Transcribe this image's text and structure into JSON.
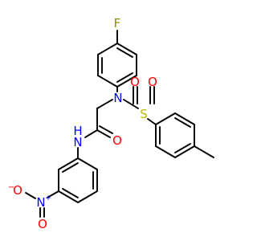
{
  "colors": {
    "bond": "#000000",
    "carbon": "#000000",
    "nitrogen": "#0000ff",
    "oxygen": "#ff0000",
    "sulfur": "#b8b800",
    "fluorine": "#8a8a00"
  },
  "atoms": {
    "fluorine": "F",
    "sulfonamide_n": "N",
    "sulfur": "S",
    "sulfonyl_o_left": "O",
    "sulfonyl_o_right": "O",
    "carbonyl_o": "O",
    "amide_n": "N",
    "amide_h": "H",
    "nitro_n": "N",
    "nitro_n_charge": "+",
    "nitro_o_minus": "O",
    "nitro_o_minus_charge": "−",
    "nitro_o": "O"
  }
}
